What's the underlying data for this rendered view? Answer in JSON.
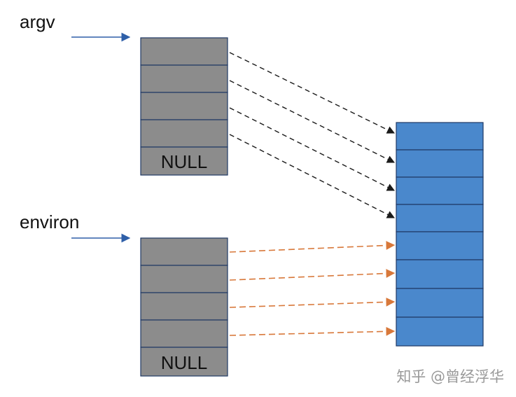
{
  "labels": {
    "argv": "argv",
    "environ": "environ"
  },
  "argv_array": {
    "cells": [
      "",
      "",
      "",
      "",
      "NULL"
    ]
  },
  "environ_array": {
    "cells": [
      "",
      "",
      "",
      "",
      "NULL"
    ]
  },
  "strings_block": {
    "cells": [
      "",
      "",
      "",
      "",
      "",
      "",
      "",
      ""
    ]
  },
  "watermark": "知乎 @曾经浮华",
  "colors": {
    "gray_cell": "#8c8c8c",
    "gray_border": "#1f3864",
    "blue_cell": "#4a88cc",
    "blue_border": "#1f3864",
    "label_arrow": "#2e5fa8",
    "argv_pointer": "#1a1a1a",
    "environ_pointer": "#d8783a"
  },
  "icons": {
    "argv_arrow": "right-arrow",
    "environ_arrow": "right-arrow"
  }
}
